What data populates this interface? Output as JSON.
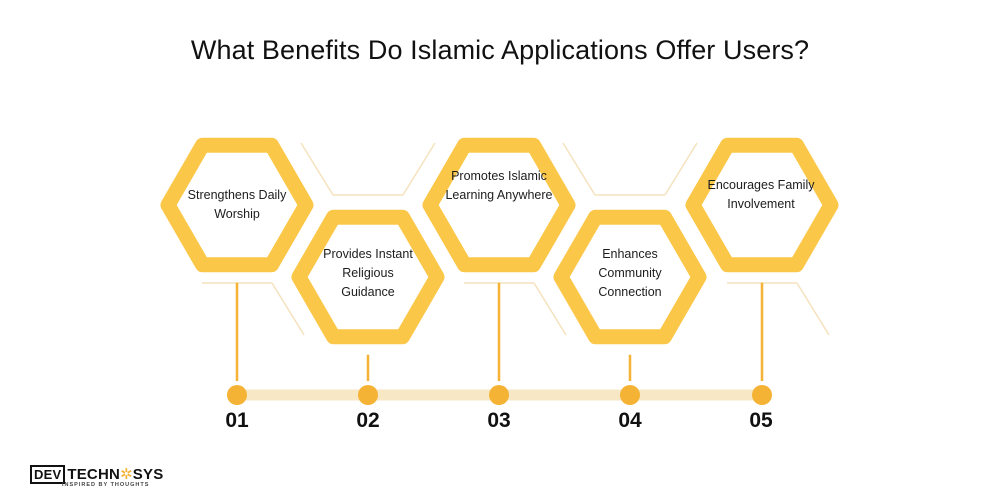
{
  "title": "What Benefits Do Islamic Applications Offer Users?",
  "colors": {
    "hex_border": "#FBC748",
    "node": "#F5B335",
    "track": "#F7E7C4",
    "decor_line": "#F5E2BE"
  },
  "benefits": [
    {
      "number": "01",
      "label": "Strengthens Daily Worship"
    },
    {
      "number": "02",
      "label": "Provides Instant Religious Guidance"
    },
    {
      "number": "03",
      "label": "Promotes Islamic Learning Anywhere"
    },
    {
      "number": "04",
      "label": "Enhances Community Connection"
    },
    {
      "number": "05",
      "label": "Encourages Family Involvement"
    }
  ],
  "logo": {
    "brand_dev": "DEV",
    "brand_rest_1": "TECHN",
    "brand_gear": "✲",
    "brand_rest_2": "SYS",
    "tagline": "INSPIRED BY THOUGHTS"
  }
}
